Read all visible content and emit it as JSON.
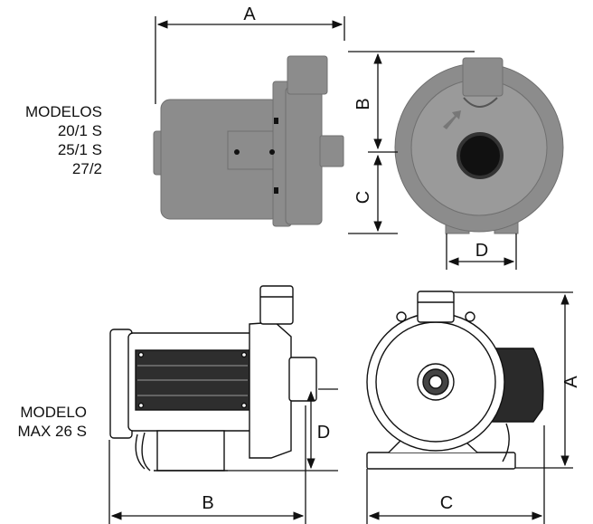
{
  "models_top": {
    "heading": "MODELOS",
    "items": [
      "20/1 S",
      "25/1 S",
      "27/2"
    ]
  },
  "models_bottom": {
    "heading": "MODELO",
    "items": [
      "MAX 26 S"
    ]
  },
  "dimension_labels": {
    "top_side_width": "A",
    "top_front_upper": "B",
    "top_front_lower": "C",
    "top_front_base": "D",
    "bottom_side_width": "B",
    "bottom_side_height": "D",
    "bottom_front_width": "C",
    "bottom_front_height": "A"
  },
  "colors": {
    "pump_gray": "#8c8c8c",
    "pump_dark": "#3d3d3d",
    "line": "#111111"
  }
}
